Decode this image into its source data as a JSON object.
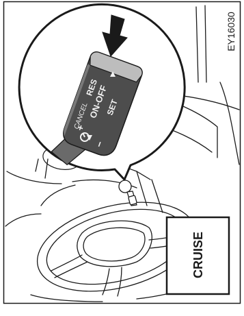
{
  "figure": {
    "id_code": "EY16030",
    "indicator_label": "CRUISE",
    "lever": {
      "cancel": "CANCEL",
      "res_sign": "+",
      "res": "RES",
      "on_off": "ON-OFF",
      "set_sign": "−",
      "set": "SET"
    }
  },
  "colors": {
    "line": "#1a1a1a",
    "lever_dark": "#4d4d4d",
    "lever_mid": "#7a7a7a",
    "lever_light": "#bdbdbd",
    "callout_bg": "#ffffff"
  },
  "icons": [
    "arrow-down-icon",
    "cruise-control-icon",
    "triangle-up-icon",
    "triangle-down-icon"
  ]
}
